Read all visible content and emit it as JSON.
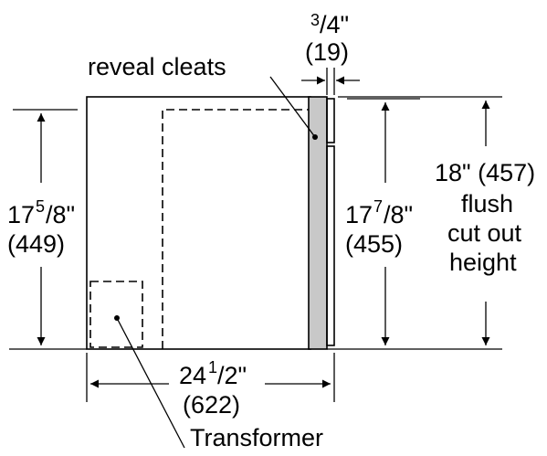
{
  "labels": {
    "top_frac_num": "3",
    "top_frac_rest": "/4\"",
    "top_mm": "(19)",
    "reveal_cleats": "reveal cleats",
    "left_whole": "17",
    "left_num": "5",
    "left_rest": "/8\"",
    "left_mm": "(449)",
    "mid_whole": "17",
    "mid_num": "7",
    "mid_rest": "/8\"",
    "mid_mm": "(455)",
    "right_line1": "18\" (457)",
    "right_line2": "flush",
    "right_line3": "cut out",
    "right_line4": "height",
    "bottom_whole": "24",
    "bottom_num": "1",
    "bottom_rest": "/2\"",
    "bottom_mm": "(622)",
    "transformer": "Transformer"
  },
  "colors": {
    "line": "#000000",
    "panel_fill": "#c8c8c8",
    "background": "#ffffff"
  }
}
